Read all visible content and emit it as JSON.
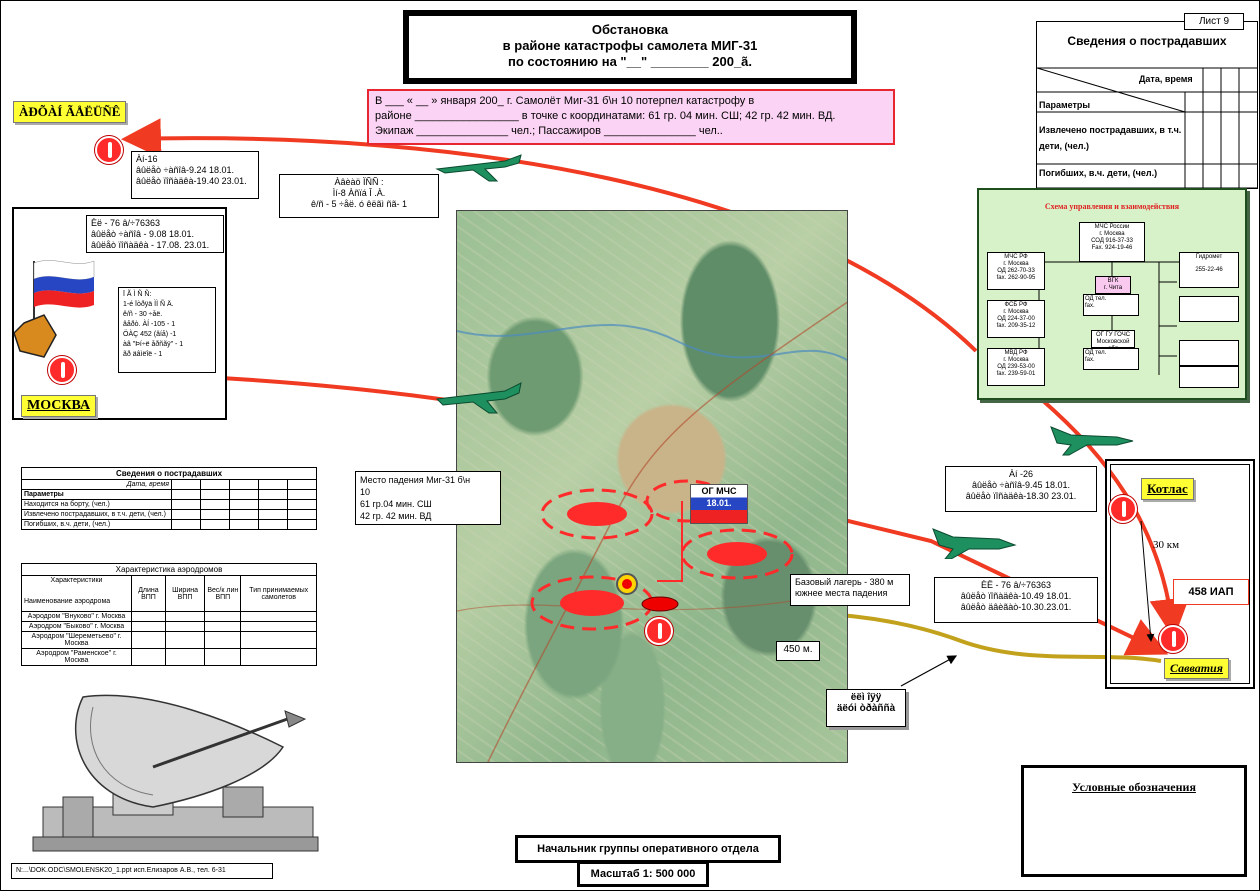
{
  "header": {
    "line1": "Обстановка",
    "line2": "в районе катастрофы самолета МИГ-31",
    "line3": "по состоянию на \"__\" ________ 200_ã."
  },
  "sheet_label": "Лист 9",
  "info": {
    "line1": "В ___ « __ » января 200_ г.  Самолёт  Миг-31  б\\н 10  потерпел   катастрофу  в",
    "line2": "районе _________________ в точке с координатами: 61 гр. 04 мин. СШ; 42 гр. 42 мин. ВД.",
    "line3": "Экипаж _______________ чел.; Пассажиров _______________ чел.."
  },
  "locations": {
    "top_left_label": "ÀÐÕÀÍ ÃÅËÜÑÊ",
    "moscow": "МОСКВА",
    "kotlas": "Котлас",
    "savvatiya": "Савватия",
    "km30": "30 км",
    "iap": "458 ИАП"
  },
  "boxes": {
    "an16": [
      "Àí-16",
      "âûëåò ÷àñîâ-9.24 18.01.",
      "âûëåò ïîñàäêà-19.40 23.01."
    ],
    "center_top": [
      "Àâèàö ÏÑÑ :",
      "Ìí-8 Àñïá Î .À.",
      "ê/ñ - 5 ÷åë. ó êëãì ñã- 1"
    ],
    "moscow_top": [
      "Èë - 76 â/÷76363",
      "âûëåò ÷àñîâ - 9.08 18.01.",
      "âûëåò ïîñàäêà - 17.08. 23.01."
    ],
    "moscow_force": [
      "Ï Ã Ì Ñ Ñ:",
      "1-é îòðÿä ÌÌ Ñ Ä.",
      "ê/ñ - 30 ÷åë.",
      "âåðò. ÀÍ -105 - 1",
      "ÖÀÇ 452 (âíå) -1",
      "àâ  \"Þí÷ë åðñãÿ\" - 1",
      "ãð äâìëîë  - 1"
    ],
    "crash_site": [
      "Место падения Миг-31 б\\н",
      "10",
      "61 гр.04 мин. СШ",
      "42 гр. 42 мин. ВД"
    ],
    "base_camp": [
      "Базовый лагерь - 380 м",
      "южнее места падения"
    ],
    "dist_450": "450 м.",
    "route_label": [
      "ëëì îÿÿ",
      "äëói òðàññà"
    ],
    "an26": [
      "Àí -26",
      "âûëåò ÷àñîâ-9.45 18.01.",
      "âûëåò ïîñàäêà-18.30 23.01."
    ],
    "il76": [
      "ÈË - 76 â/÷76363",
      "âûëåò ïîñàäêà-10.49 18.01.",
      "âûëåò äâèãàò-10.30.23.01."
    ],
    "mchs_flag": [
      "ОГ МЧС",
      "18.01."
    ]
  },
  "victims_table_right": {
    "title": "Сведения о пострадавших",
    "date_header": "Дата, время",
    "rows": [
      "Параметры",
      "Извлечено пострадавших, в т.ч. дети, (чел.)",
      "Погибших, в.ч. дети, (чел.)"
    ]
  },
  "victims_table_left": {
    "title": "Сведения о пострадавших",
    "date_header": "Дата, время",
    "rows": [
      "Параметры",
      "Находится на борту, (чел.)",
      "Извлечено пострадавших, в т.ч. дети, (чел.)",
      "Погибших, в.ч. дети, (чел.)"
    ]
  },
  "airports_table": {
    "title": "Характеристика аэродромов",
    "header_corner": "Характеристики",
    "row_header": "Наименование аэродрома",
    "cols": [
      "Длина ВПП",
      "Ширина ВПП",
      "Вес/к лин ВПП",
      "Тип принимаемых самолетов"
    ],
    "rows": [
      "Аэродром \"Внуково\" г. Москва",
      "Аэродром \"Быково\" г. Москва",
      "Аэродром \"Шереметьево\" г. Москва",
      "Аэродром \"Раменское\" г. Москва"
    ]
  },
  "scheme": {
    "title": "Схема управления и взаимодействия",
    "top": [
      "МЧС России",
      "г. Москва",
      "СОД 916-37-33",
      "Fax. 924-19-46"
    ],
    "left1": [
      "МЧС РФ",
      "г. Москва",
      "ОД 262-70-33",
      "fax. 262-90-95"
    ],
    "left2": [
      "ФСБ РФ",
      "г. Москва",
      "ОД 224-37-00",
      "fax. 209-35-12"
    ],
    "left3": [
      "МВД РФ",
      "г. Москва",
      "ОД 239-53-00",
      "fax. 239-59-01"
    ],
    "mid1": [
      "ВГК",
      "г. Чита"
    ],
    "mid1_lines": [
      "ОД тел.",
      "fax."
    ],
    "mid2": [
      "ОГ ГУ ГОЧС",
      "Московской обл"
    ],
    "mid2_lines": [
      "ОД тел.",
      "fax."
    ],
    "right1": [
      "Гидромет",
      "255-22-46"
    ]
  },
  "legend_title": "Условные обозначения",
  "footer": {
    "chief": "Начальник группы оперативного отдела",
    "scale": "Масштаб 1: 500 000",
    "file": "N:...\\DOK.ODC\\SMOLENSK20_1.ppt  исп.Елизаров А.В., тел. 6-31"
  },
  "colors": {
    "route_red": "#f03a22",
    "route_gold": "#c2a21c",
    "label_yellow": "#ffff33",
    "info_pink": "#fbd3f4",
    "scheme_green": "#d7f2c8"
  }
}
